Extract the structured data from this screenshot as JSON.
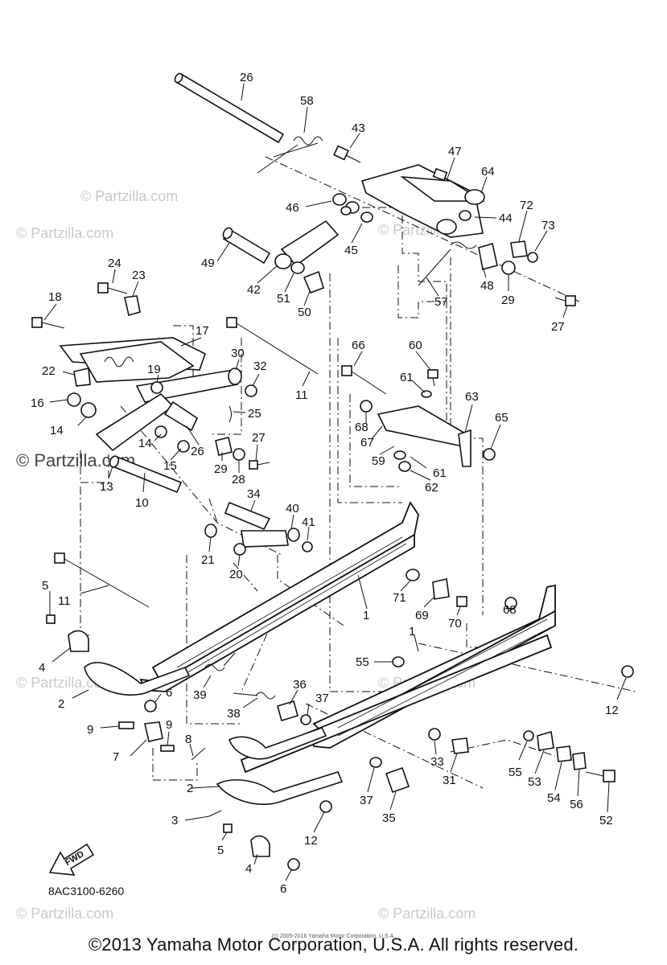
{
  "diagram_code": "8AC3100-6260",
  "copyright": "©2013 Yamaha Motor Corporation, U.S.A. All rights reserved.",
  "small_copyright": "(c) 2005-2016 Yamaha Motor Corporation, U.S.A.",
  "watermark": "© Partzilla.com",
  "fwd_label": "FWD",
  "callouts": [
    {
      "id": "c26a",
      "text": "26"
    },
    {
      "id": "c58",
      "text": "58"
    },
    {
      "id": "c43",
      "text": "43"
    },
    {
      "id": "c47",
      "text": "47"
    },
    {
      "id": "c64",
      "text": "64"
    },
    {
      "id": "c46",
      "text": "46"
    },
    {
      "id": "c45",
      "text": "45"
    },
    {
      "id": "c44",
      "text": "44"
    },
    {
      "id": "c72",
      "text": "72"
    },
    {
      "id": "c73",
      "text": "73"
    },
    {
      "id": "c49",
      "text": "49"
    },
    {
      "id": "c42",
      "text": "42"
    },
    {
      "id": "c51",
      "text": "51"
    },
    {
      "id": "c50",
      "text": "50"
    },
    {
      "id": "c48",
      "text": "48"
    },
    {
      "id": "c29a",
      "text": "29"
    },
    {
      "id": "c57",
      "text": "57"
    },
    {
      "id": "c27a",
      "text": "27"
    },
    {
      "id": "c24",
      "text": "24"
    },
    {
      "id": "c23",
      "text": "23"
    },
    {
      "id": "c18",
      "text": "18"
    },
    {
      "id": "c17",
      "text": "17"
    },
    {
      "id": "c30",
      "text": "30"
    },
    {
      "id": "c66",
      "text": "66"
    },
    {
      "id": "c60",
      "text": "60"
    },
    {
      "id": "c22",
      "text": "22"
    },
    {
      "id": "c19",
      "text": "19"
    },
    {
      "id": "c32",
      "text": "32"
    },
    {
      "id": "c11a",
      "text": "11"
    },
    {
      "id": "c61a",
      "text": "61"
    },
    {
      "id": "c63",
      "text": "63"
    },
    {
      "id": "c16",
      "text": "16"
    },
    {
      "id": "c14a",
      "text": "14"
    },
    {
      "id": "c25",
      "text": "25"
    },
    {
      "id": "c68a",
      "text": "68"
    },
    {
      "id": "c65",
      "text": "65"
    },
    {
      "id": "c14b",
      "text": "14"
    },
    {
      "id": "c26b",
      "text": "26"
    },
    {
      "id": "c27b",
      "text": "27"
    },
    {
      "id": "c67",
      "text": "67"
    },
    {
      "id": "c59",
      "text": "59"
    },
    {
      "id": "c61b",
      "text": "61"
    },
    {
      "id": "c15",
      "text": "15"
    },
    {
      "id": "c29b",
      "text": "29"
    },
    {
      "id": "c28",
      "text": "28"
    },
    {
      "id": "c62",
      "text": "62"
    },
    {
      "id": "c13",
      "text": "13"
    },
    {
      "id": "c10",
      "text": "10"
    },
    {
      "id": "c34",
      "text": "34"
    },
    {
      "id": "c40",
      "text": "40"
    },
    {
      "id": "c41",
      "text": "41"
    },
    {
      "id": "c21",
      "text": "21"
    },
    {
      "id": "c20",
      "text": "20"
    },
    {
      "id": "c1a",
      "text": "1"
    },
    {
      "id": "c71",
      "text": "71"
    },
    {
      "id": "c69",
      "text": "69"
    },
    {
      "id": "c70",
      "text": "70"
    },
    {
      "id": "c68b",
      "text": "68"
    },
    {
      "id": "c11b",
      "text": "11"
    },
    {
      "id": "c5a",
      "text": "5"
    },
    {
      "id": "c4a",
      "text": "4"
    },
    {
      "id": "c55a",
      "text": "55"
    },
    {
      "id": "c1b",
      "text": "1"
    },
    {
      "id": "c2a",
      "text": "2"
    },
    {
      "id": "c6a",
      "text": "6"
    },
    {
      "id": "c39",
      "text": "39"
    },
    {
      "id": "c36",
      "text": "36"
    },
    {
      "id": "c37a",
      "text": "37"
    },
    {
      "id": "c38",
      "text": "38"
    },
    {
      "id": "c12a",
      "text": "12"
    },
    {
      "id": "c9a",
      "text": "9"
    },
    {
      "id": "c9b",
      "text": "9"
    },
    {
      "id": "c7",
      "text": "7"
    },
    {
      "id": "c8",
      "text": "8"
    },
    {
      "id": "c33",
      "text": "33"
    },
    {
      "id": "c31",
      "text": "31"
    },
    {
      "id": "c55b",
      "text": "55"
    },
    {
      "id": "c53",
      "text": "53"
    },
    {
      "id": "c54",
      "text": "54"
    },
    {
      "id": "c56",
      "text": "56"
    },
    {
      "id": "c2b",
      "text": "2"
    },
    {
      "id": "c37b",
      "text": "37"
    },
    {
      "id": "c35",
      "text": "35"
    },
    {
      "id": "c52",
      "text": "52"
    },
    {
      "id": "c3",
      "text": "3"
    },
    {
      "id": "c12b",
      "text": "12"
    },
    {
      "id": "c5b",
      "text": "5"
    },
    {
      "id": "c4b",
      "text": "4"
    },
    {
      "id": "c6b",
      "text": "6"
    }
  ]
}
